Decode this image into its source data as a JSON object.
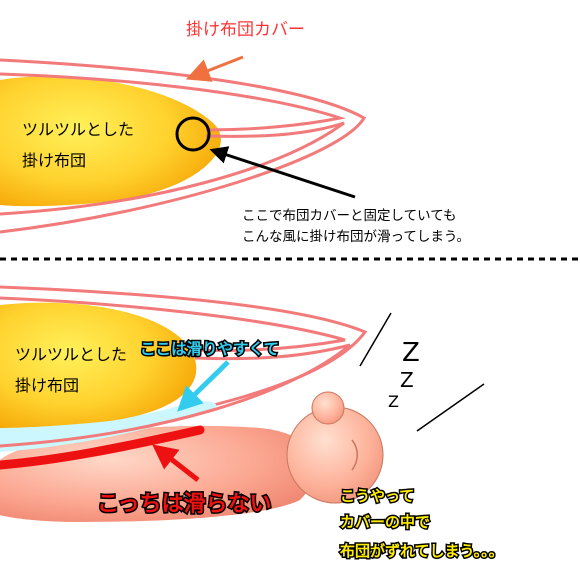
{
  "top": {
    "cover_label": "掛け布団カバー",
    "futon_label": [
      "ツルツルとした",
      "掛け布団"
    ],
    "note": [
      "ここで布団カバーと固定していても",
      "こんな風に掛け布団が滑ってしまう。"
    ]
  },
  "bottom": {
    "futon_label": [
      "ツルツルとした",
      "掛け布団"
    ],
    "slippery_label": "ここは滑りやすくて",
    "not_slippery_label": "こっちは滑らない",
    "sleep_text": [
      "Z",
      "Z",
      "Z"
    ],
    "explanation": [
      "こうやって",
      "カバーの中で",
      "布団がずれてしまう。。。"
    ]
  },
  "colors": {
    "cover_line": "#f27a7a",
    "futon_center": "#ffe64d",
    "futon_edge": "#f5a800",
    "arrow_orange": "#f07040",
    "arrow_cyan": "#33ccee",
    "highlight_cyan": "#ccf7ff",
    "red_stroke": "#ee1111",
    "body_pink": "#f8a090",
    "yellow_text": "#ffee00"
  }
}
